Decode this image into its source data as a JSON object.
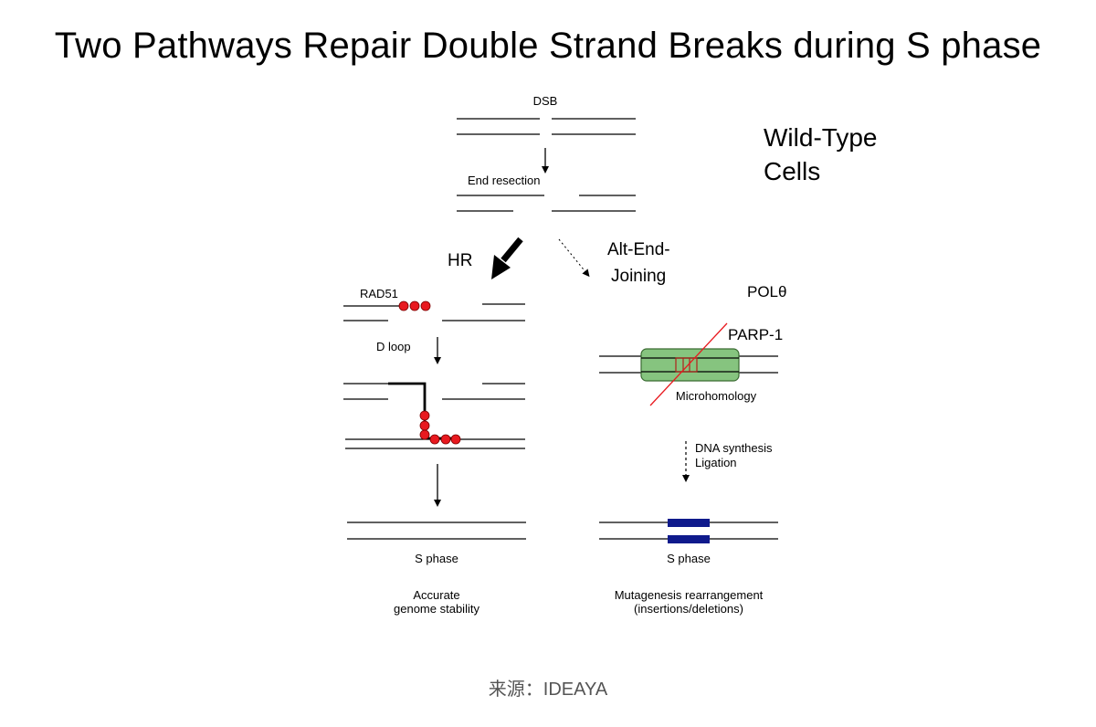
{
  "title": "Two Pathways Repair Double Strand Breaks during S phase",
  "labels": {
    "dsb": "DSB",
    "end_resection": "End resection",
    "wild_type_line1": "Wild-Type",
    "wild_type_line2": "Cells",
    "hr": "HR",
    "alt_end_line1": "Alt-End-",
    "alt_end_line2": "Joining",
    "rad51": "RAD51",
    "pol_theta": "POLθ",
    "d_loop": "D loop",
    "parp1": "PARP-1",
    "microhomology": "Microhomology",
    "dna_synthesis": "DNA synthesis",
    "ligation": "Ligation",
    "s_phase_left": "S phase",
    "s_phase_right": "S phase",
    "accurate_line1": "Accurate",
    "accurate_line2": "genome stability",
    "mutagenesis_line1": "Mutagenesis rearrangement",
    "mutagenesis_line2": "(insertions/deletions)"
  },
  "source": "来源：IDEAYA",
  "colors": {
    "rad51": "#e8191f",
    "microhomology_box": "#86c47f",
    "microhomology_border": "#3a6b32",
    "parp_line": "#e8191f",
    "insertion_block": "#0f1a8c"
  }
}
